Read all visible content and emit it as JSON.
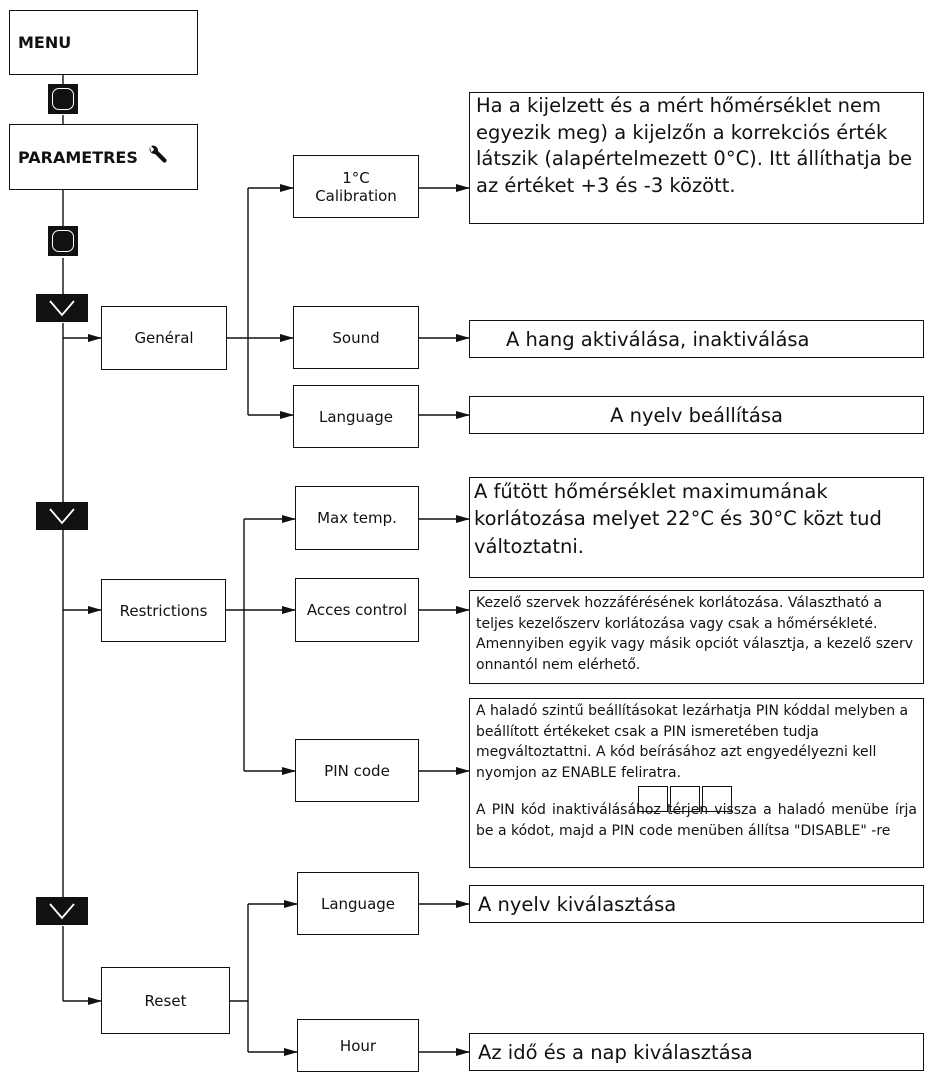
{
  "menu": {
    "label": "MENU"
  },
  "parametres": {
    "label": "PARAMETRES",
    "icon": "wrench-icon"
  },
  "buttons": {
    "round": "round-button-icon",
    "down": "chevron-down-icon"
  },
  "categories": {
    "general": "Genéral",
    "restrictions": "Restrictions",
    "reset": "Reset"
  },
  "general": {
    "calibration": {
      "label_line1": "1°C",
      "label_line2": "Calibration",
      "desc": "Ha a kijelzett és a mért hőmérséklet nem egyezik meg) a kijelzőn a korrekciós érték látszik (alapértelmezett 0°C). Itt állíthatja be az értéket +3 és -3 között."
    },
    "sound": {
      "label": "Sound",
      "desc": "A hang aktiválása, inaktiválása"
    },
    "language": {
      "label": "Language",
      "desc": "A nyelv beállítása"
    }
  },
  "restrictions": {
    "max_temp": {
      "label": "Max temp.",
      "desc": "A fűtött hőmérséklet maximumának korlátozása melyet 22°C és 30°C közt tud változtatni."
    },
    "access": {
      "label": "Acces control",
      "desc": "Kezelő szervek hozzáférésének korlátozása. Választható a teljes kezelőszerv korlátozása vagy csak a hőmérsékleté. Amennyiben egyik vagy másik opciót választja, a kezelő szerv onnantól nem elérhető."
    },
    "pin": {
      "label": "PIN code",
      "desc1": "A haladó szintű beállításokat lezárhatja PIN kóddal melyben a beállított értékeket csak a PIN ismeretében tudja megváltoztattni. A kód beírásához azt engyedélyezni kell nyomjon az ENABLE feliratra.",
      "desc2": "A PIN kód inaktiválásához térjen vissza a haladó menübe írja be a kódot, majd a PIN code menüben állítsa \"DISABLE\" -re"
    }
  },
  "reset": {
    "language": {
      "label": "Language",
      "desc": "A nyelv kiválasztása"
    },
    "hour": {
      "label": "Hour",
      "desc": "Az idő és a nap kiválasztása"
    }
  }
}
